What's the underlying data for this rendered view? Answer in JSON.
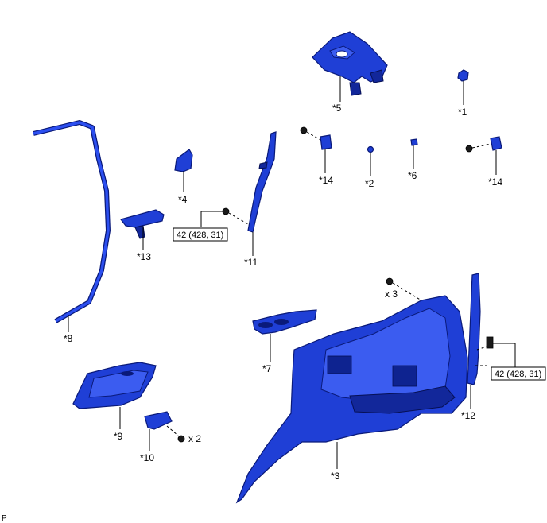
{
  "labels": {
    "l1": "*1",
    "l2": "*2",
    "l3": "*3",
    "l4": "*4",
    "l5": "*5",
    "l6": "*6",
    "l7": "*7",
    "l8": "*8",
    "l9": "*9",
    "l10": "*10",
    "l11": "*11",
    "l12": "*12",
    "l13": "*13",
    "l14a": "*14",
    "l14b": "*14"
  },
  "torque": {
    "left": "42 (428, 31)",
    "right": "42 (428, 31)"
  },
  "quantities": {
    "x3": "x 3",
    "x2": "x 2"
  },
  "corner_mark": "P",
  "colors": {
    "part": "#1f3fd6",
    "part_edge": "#0a1a7a"
  }
}
